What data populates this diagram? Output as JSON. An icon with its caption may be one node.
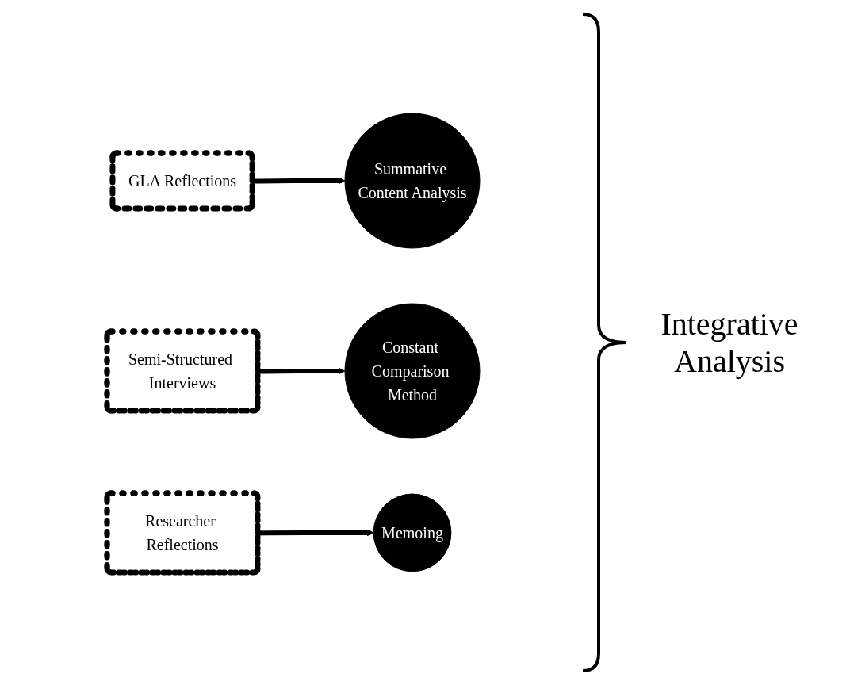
{
  "diagram": {
    "nodes": [
      {
        "text": [
          "GLA Reflections"
        ]
      },
      {
        "text": [
          "Summative Content Analysis"
        ]
      },
      {
        "text": [
          "Semi-Structured Interviews"
        ]
      },
      {
        "text": [
          "Constant Comparison Method"
        ]
      },
      {
        "text": [
          "Researcher Reflections"
        ]
      },
      {
        "text": [
          "Memoing"
        ]
      }
    ],
    "edges": [
      {
        "from": 0,
        "to": 1,
        "arrow": "to"
      },
      {
        "from": 2,
        "to": 3,
        "arrow": "to"
      },
      {
        "from": 4,
        "to": 5,
        "arrow": "to"
      }
    ],
    "labels": [
      "Integrative Analysis"
    ]
  }
}
